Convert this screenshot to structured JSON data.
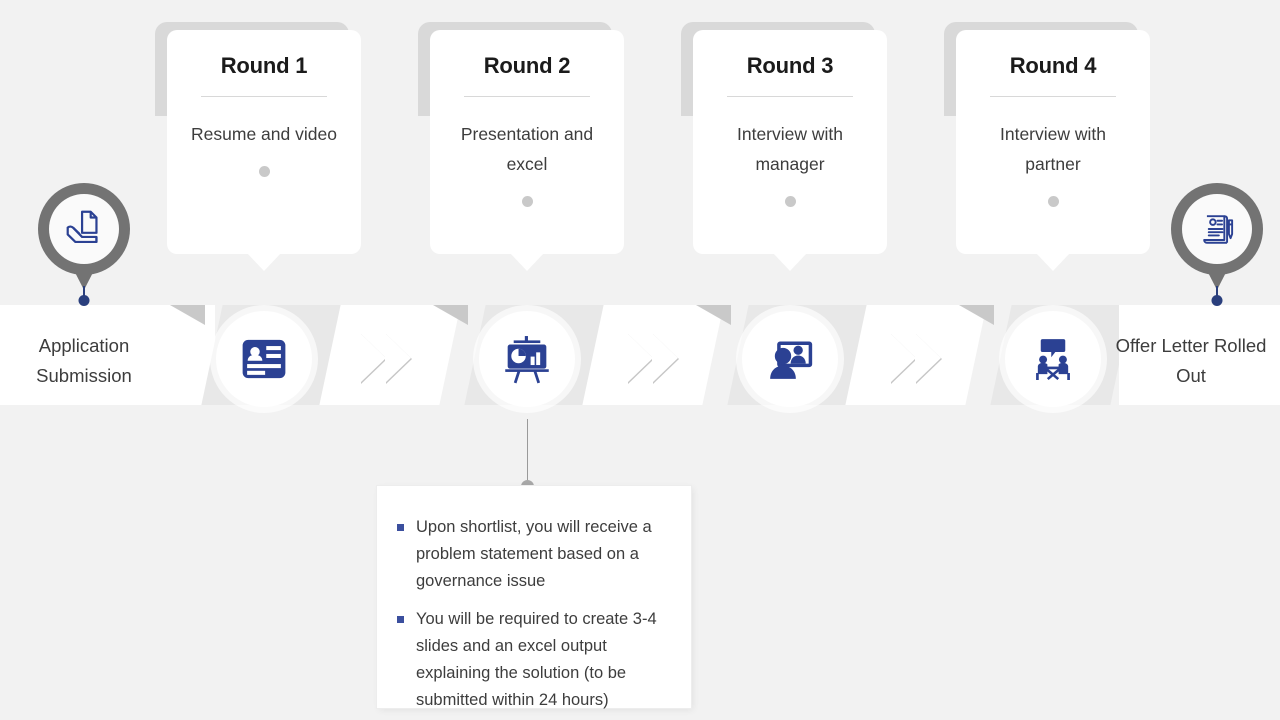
{
  "theme": {
    "background": "#f2f2f2",
    "accent_blue": "#2a3f7d",
    "icon_blue": "#2b4193",
    "band_white": "#ffffff",
    "band_gray": "#e8e8e8",
    "notch_gray": "#c4c4c4",
    "pin_gray": "#737373",
    "text_gray": "#3d3d3d",
    "title_dark": "#1b1b1b",
    "dot_gray": "#c9c9c9",
    "bullet_blue": "#3b4f9e"
  },
  "start_stage": {
    "label": "Application Submission",
    "icon": "hand-holding-document-icon"
  },
  "end_stage": {
    "label": "Offer Letter Rolled Out",
    "icon": "document-with-pen-icon"
  },
  "rounds": [
    {
      "title": "Round 1",
      "description": "Resume and video",
      "icon": "id-card-resume-icon"
    },
    {
      "title": "Round 2",
      "description": "Presentation and excel",
      "icon": "presentation-board-icon"
    },
    {
      "title": "Round 3",
      "description": "Interview with manager",
      "icon": "video-interview-icon"
    },
    {
      "title": "Round 4",
      "description": "Interview with partner",
      "icon": "meeting-table-icon"
    }
  ],
  "connectors": [
    {
      "icon": "double-chevron-right-icon"
    },
    {
      "icon": "double-chevron-right-icon"
    },
    {
      "icon": "double-chevron-right-icon"
    }
  ],
  "callout": {
    "attached_to": "Round 2",
    "bullets": [
      "Upon shortlist, you will receive a problem statement based on a governance issue",
      "You will be required to create 3-4 slides and an excel output explaining the solution (to be submitted within 24 hours)"
    ]
  }
}
